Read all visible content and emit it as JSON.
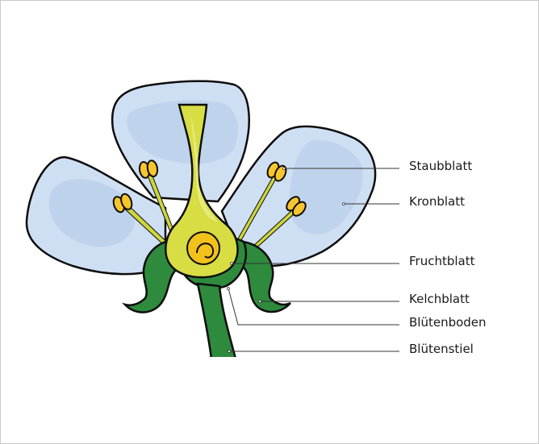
{
  "labels": {
    "staubblatt": "Staubblatt",
    "kronblatt": "Kronblatt",
    "fruchtblatt": "Fruchtblatt",
    "kelchblatt": "Kelchblatt",
    "bluetenboden": "Blütenboden",
    "bluetenstiel": "Blütenstiel"
  },
  "colors": {
    "petal": "#cfdff3",
    "petal_shade": "#b5cbe8",
    "outline": "#0d0d0d",
    "pistil": "#d7dd43",
    "pistil_light": "#eaee8c",
    "ovule": "#f2c21b",
    "anther": "#f7c52d",
    "filament": "#cdd63c",
    "sepal": "#2e8a3c",
    "sepal_dark": "#1f6a2c",
    "leader_line": "#333333"
  }
}
